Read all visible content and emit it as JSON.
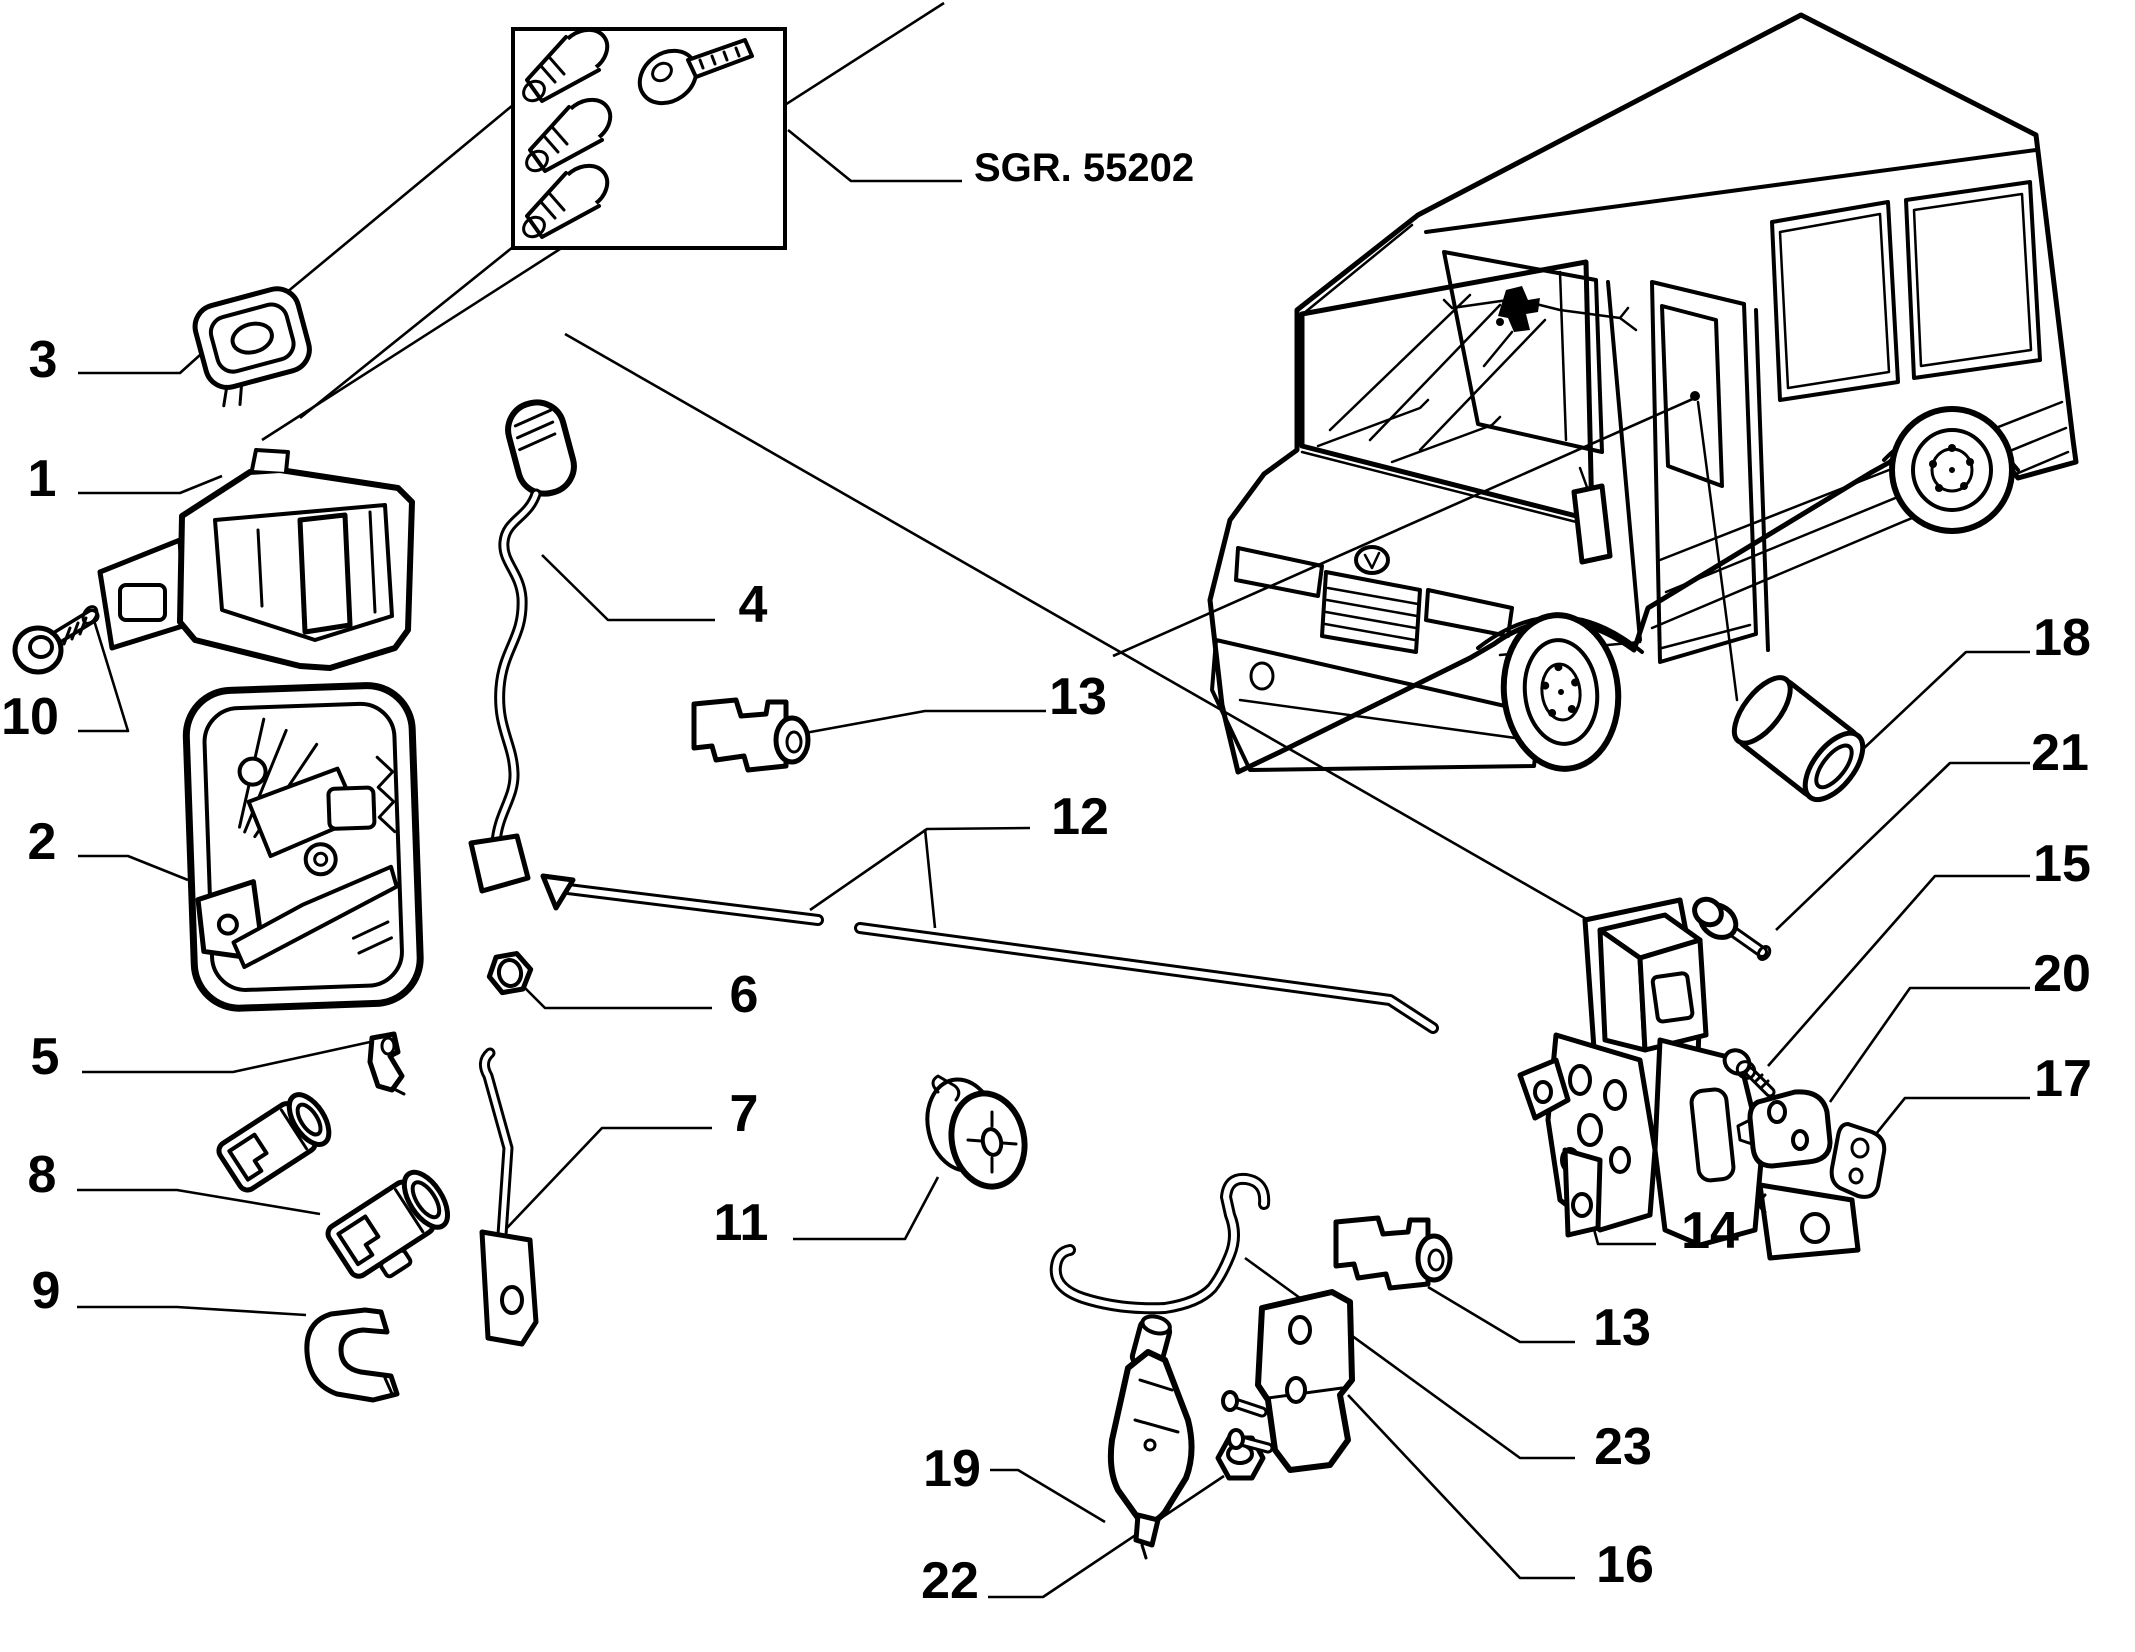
{
  "diagram": {
    "background": "#ffffff",
    "line_color": "#000000",
    "reference": {
      "label": "SGR. 55202"
    },
    "callouts": {
      "c1": {
        "label": "1"
      },
      "c2": {
        "label": "2"
      },
      "c3": {
        "label": "3"
      },
      "c4": {
        "label": "4"
      },
      "c5": {
        "label": "5"
      },
      "c6": {
        "label": "6"
      },
      "c7": {
        "label": "7"
      },
      "c8": {
        "label": "8"
      },
      "c9": {
        "label": "9"
      },
      "c10": {
        "label": "10"
      },
      "c11": {
        "label": "11"
      },
      "c12": {
        "label": "12"
      },
      "c13a": {
        "label": "13"
      },
      "c13b": {
        "label": "13"
      },
      "c14": {
        "label": "14"
      },
      "c15": {
        "label": "15"
      },
      "c16": {
        "label": "16"
      },
      "c17": {
        "label": "17"
      },
      "c18": {
        "label": "18"
      },
      "c19": {
        "label": "19"
      },
      "c20": {
        "label": "20"
      },
      "c21": {
        "label": "21"
      },
      "c22": {
        "label": "22"
      },
      "c23": {
        "label": "23"
      }
    }
  }
}
